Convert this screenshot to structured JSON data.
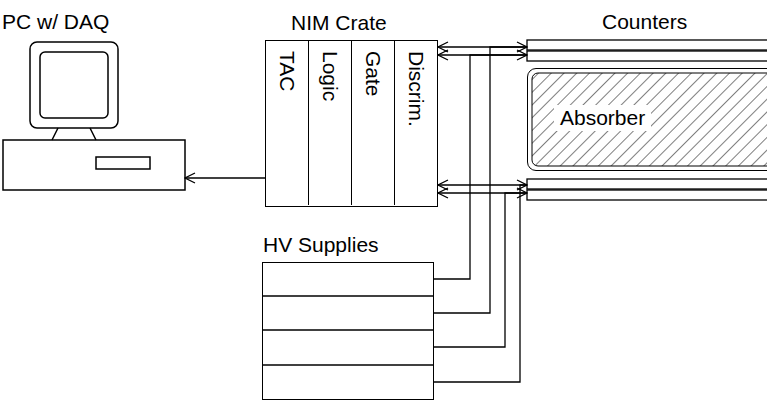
{
  "diagram": {
    "nodes": [
      {
        "text": [
          "PC w/ DAQ"
        ]
      },
      {
        "text": [
          "NIM Crate"
        ]
      },
      {
        "text": [
          "TAC"
        ],
        "in": 1
      },
      {
        "text": [
          "Logic"
        ],
        "in": 1
      },
      {
        "text": [
          "Gate"
        ],
        "in": 1
      },
      {
        "text": [
          "Discrim."
        ],
        "in": 1
      },
      {
        "text": [
          "Counters"
        ]
      },
      {
        "text": [
          "Absorber"
        ],
        "in": 6
      },
      {
        "text": [
          "HV Supplies"
        ]
      }
    ],
    "edges": [
      {
        "from": 1,
        "to": 0,
        "arrow": "to"
      },
      {
        "from": 1,
        "to": 6,
        "arrow": "both"
      },
      {
        "from": 1,
        "to": 6,
        "arrow": "both"
      },
      {
        "from": 1,
        "to": 6,
        "arrow": "both"
      },
      {
        "from": 1,
        "to": 6,
        "arrow": "both"
      },
      {
        "from": 8,
        "to": 6,
        "arrow": "none"
      },
      {
        "from": 8,
        "to": 6,
        "arrow": "none"
      },
      {
        "from": 8,
        "to": 6,
        "arrow": "none"
      },
      {
        "from": 8,
        "to": 6,
        "arrow": "none"
      }
    ]
  }
}
